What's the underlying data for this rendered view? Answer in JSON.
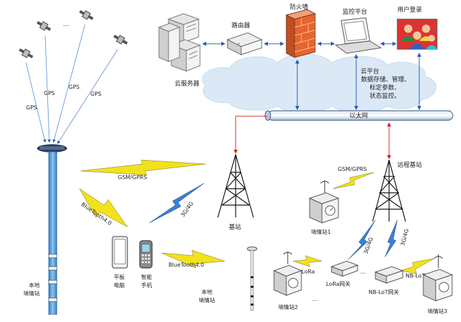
{
  "labels": {
    "cloud_server": "云服务器",
    "router": "路由器",
    "firewall": "防火墙",
    "monitor": "监控平台",
    "user_login": "用户登录",
    "cloud_title": "云平台",
    "cloud_line1": "数据存储、管理、",
    "cloud_line2": "标定参数、",
    "cloud_line3": "状态监控。",
    "ethernet": "以太网",
    "gps": "GPS",
    "ellipsis": "...",
    "gsm_gprs": "GSM/GPRS",
    "bluetooth": "BlueTooth4.0",
    "g34": "3G/4G",
    "base_station": "基站",
    "remote_base": "远程基站",
    "tablet_1": "平板",
    "tablet_2": "电脑",
    "phone_1": "智能",
    "phone_2": "手机",
    "local_station_1": "本地",
    "local_station_2": "墒情站",
    "local_station_left_1": "本地",
    "local_station_left_2": "墒情站",
    "station_1": "墒情站1",
    "station_2": "墒情站2",
    "station_3": "墒情站3",
    "lora": "LoRa",
    "lora_gateway": "LoRa网关",
    "nbiot": "NB-LoT",
    "nbiot_gateway": "NB-LoT网关"
  },
  "colors": {
    "lightning_yellow": "#f2e21c",
    "lightning_blue": "#3b7fd4",
    "link_blue": "#2a5ab8",
    "link_red": "#d42a20",
    "pole_blue": "#4d9ddf",
    "firewall_orange": "#e8642c",
    "cloud_fill": "#dbe9f6"
  }
}
